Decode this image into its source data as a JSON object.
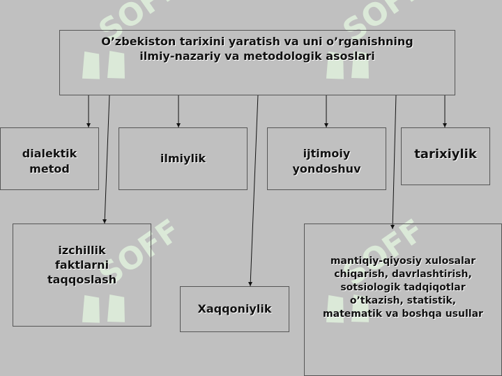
{
  "title_box": {
    "text": "O’zbekiston  tarixini yaratish va uni o’rganishning\nilmiy-nazariy va metodologik asoslari"
  },
  "boxes": {
    "dialektik": "dialektik\nmetod",
    "ilmiylik": "ilmiylik",
    "ijtimoiy": "ijtimoiy\nyondoshuv",
    "tarixiylik": "tarixiylik",
    "izchillik": "izchillik\nfaktlarni\ntaqqoslash",
    "xaqqoniylik": "Xaqqoniylik",
    "mantiqiy": "mantiqiy-qiyosiy xulosalar\nchiqarish,  davrlashtirish,\nsotsiologik tadqiqotlar\no’tkazish, statistik,\nmatematik va boshqa usullar"
  },
  "colors": {
    "background": "#c0c0c0",
    "border": "#555555",
    "watermark": "#e8f5e6"
  }
}
